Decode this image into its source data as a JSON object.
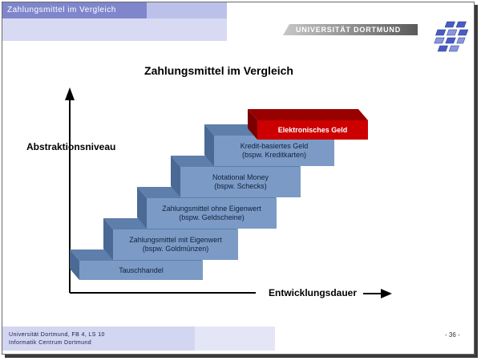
{
  "header": {
    "title": "Zahlungsmittel im Vergleich",
    "university": "UNIVERSITÄT DORTMUND"
  },
  "slide": {
    "title": "Zahlungsmittel im Vergleich"
  },
  "diagram": {
    "y_axis_label": "Abstraktionsniveau",
    "x_axis_label": "Entwicklungsdauer",
    "steps": [
      {
        "line1": "Tauschhandel",
        "line2": ""
      },
      {
        "line1": "Zahlungsmittel mit Eigenwert",
        "line2": "(bspw. Goldmünzen)"
      },
      {
        "line1": "Zahlungsmittel ohne Eigenwert",
        "line2": "(bspw. Geldscheine)"
      },
      {
        "line1": "Notational Money",
        "line2": "(bspw. Schecks)"
      },
      {
        "line1": "Kredit-basiertes Geld",
        "line2": "(bspw. Kreditkarten)"
      },
      {
        "line1": "Elektronisches Geld",
        "line2": ""
      }
    ],
    "colors": {
      "step_front": "#7b9bc6",
      "step_top": "#5e7fab",
      "step_side": "#4a6a95",
      "highlight_front": "#cc0000",
      "highlight_top": "#990000",
      "highlight_side": "#7a0000"
    }
  },
  "footer": {
    "line1": "Universität Dortmund, FB 4, LS 10",
    "line2": "Informatik Centrum Dortmund",
    "page": "- 36 -"
  }
}
